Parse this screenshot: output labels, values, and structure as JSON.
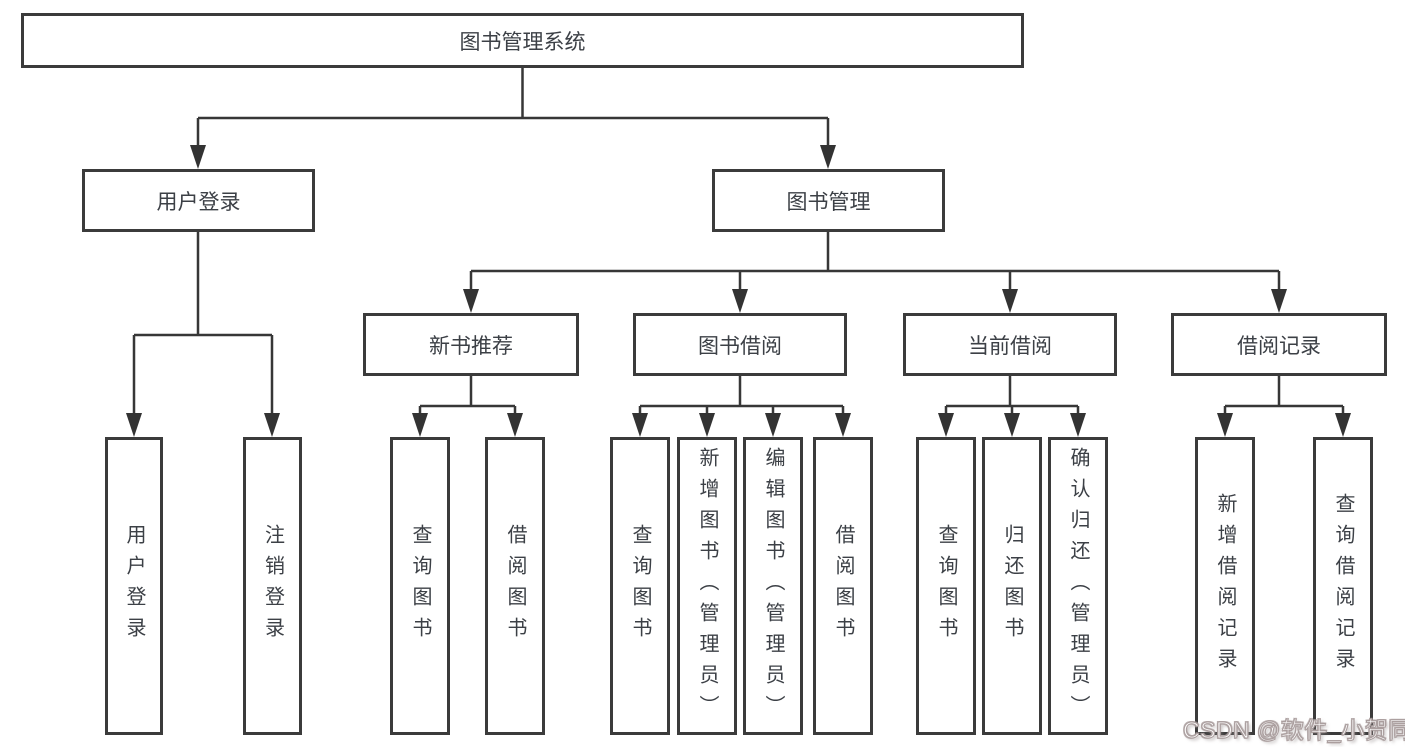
{
  "tree": {
    "label": "图书管理系统",
    "children": [
      {
        "label": "用户登录",
        "children": [
          {
            "label": "用户登录"
          },
          {
            "label": "注销登录"
          }
        ]
      },
      {
        "label": "图书管理",
        "children": [
          {
            "label": "新书推荐",
            "children": [
              {
                "label": "查询图书"
              },
              {
                "label": "借阅图书"
              }
            ]
          },
          {
            "label": "图书借阅",
            "children": [
              {
                "label": "查询图书"
              },
              {
                "label": "新增图书（管理员）"
              },
              {
                "label": "编辑图书（管理员）"
              },
              {
                "label": "借阅图书"
              }
            ]
          },
          {
            "label": "当前借阅",
            "children": [
              {
                "label": "查询图书"
              },
              {
                "label": "归还图书"
              },
              {
                "label": "确认归还（管理员）"
              }
            ]
          },
          {
            "label": "借阅记录",
            "children": [
              {
                "label": "新增借阅记录"
              },
              {
                "label": "查询借阅记录"
              }
            ]
          }
        ]
      }
    ]
  },
  "watermark": {
    "text": "CSDN @软件_小贺同学"
  },
  "colors": {
    "box_border": "#3b3b3b",
    "connector_line": "#373737",
    "arrow_fill": "#333333",
    "text": "#3c4046",
    "background": "#ffffff",
    "watermark_fill": "#fdfcfc",
    "watermark_outline": "#aa9e9e"
  }
}
